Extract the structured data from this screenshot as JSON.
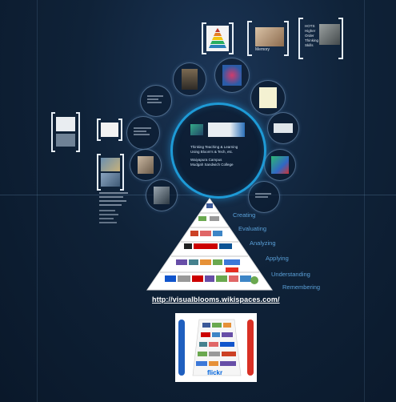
{
  "frames": {
    "hots": {
      "lines": [
        "HOTS",
        "Higher",
        "Order",
        "Thinking",
        "Skills"
      ]
    },
    "memory": {
      "label": "Memory"
    }
  },
  "main_circle": {
    "line1": "Thinking Teaching & Learning",
    "line2": "Using Bloom's & Tech, etc.",
    "line3": "Waiyapura Campus",
    "line4": "Mudgah Sandwich College"
  },
  "pyramid": {
    "levels": [
      "Creating",
      "Evaluating",
      "Analyzing",
      "Applying",
      "Understanding",
      "Remembering"
    ]
  },
  "link": {
    "url": "http://visualblooms.wikispaces.com/"
  },
  "bottom_logo": {
    "label": "flickr"
  },
  "colors": {
    "accent": "#1e9ad6",
    "level_text": "#5aa0d8",
    "background": "#0f2238"
  }
}
